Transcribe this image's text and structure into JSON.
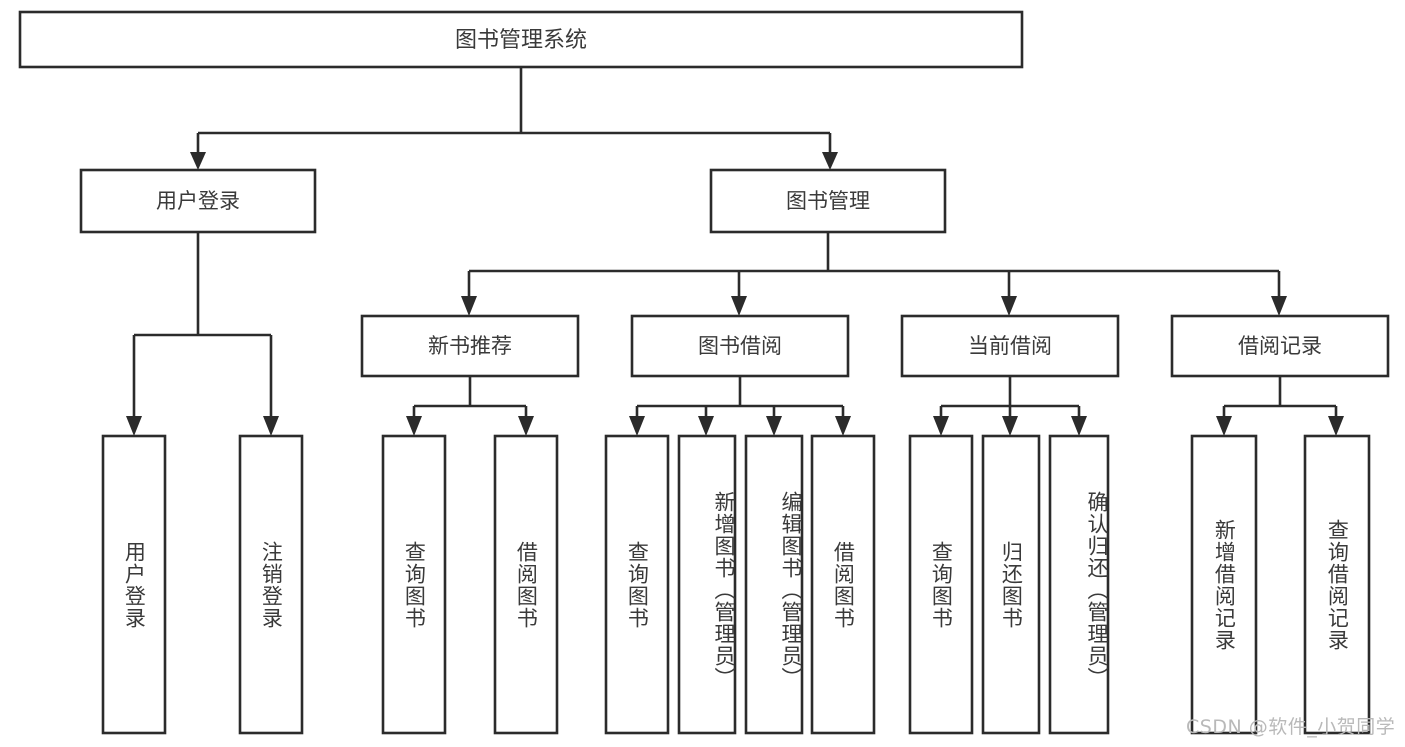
{
  "diagram": {
    "title": "图书管理系统",
    "type": "hierarchy-tree",
    "background_color": "#ffffff",
    "line_color": "#2b2b2b",
    "text_color": "#3a3a3a",
    "root": {
      "label": "图书管理系统"
    },
    "level2": [
      {
        "label": "用户登录"
      },
      {
        "label": "图书管理"
      }
    ],
    "level3": [
      {
        "label": "新书推荐"
      },
      {
        "label": "图书借阅"
      },
      {
        "label": "当前借阅"
      },
      {
        "label": "借阅记录"
      }
    ],
    "leaves": {
      "user_login": [
        {
          "label": "用户登录"
        },
        {
          "label": "注销登录"
        }
      ],
      "new_book_recommend": [
        {
          "label": "查询图书"
        },
        {
          "label": "借阅图书"
        }
      ],
      "book_borrow": [
        {
          "label": "查询图书"
        },
        {
          "label": "新增图书（管理员）"
        },
        {
          "label": "编辑图书（管理员）"
        },
        {
          "label": "借阅图书"
        }
      ],
      "current_borrow": [
        {
          "label": "查询图书"
        },
        {
          "label": "归还图书"
        },
        {
          "label": "确认归还（管理员）"
        }
      ],
      "borrow_record": [
        {
          "label": "新增借阅记录"
        },
        {
          "label": "查询借阅记录"
        }
      ]
    }
  },
  "watermark": {
    "text": "CSDN @软件_小贺同学"
  }
}
